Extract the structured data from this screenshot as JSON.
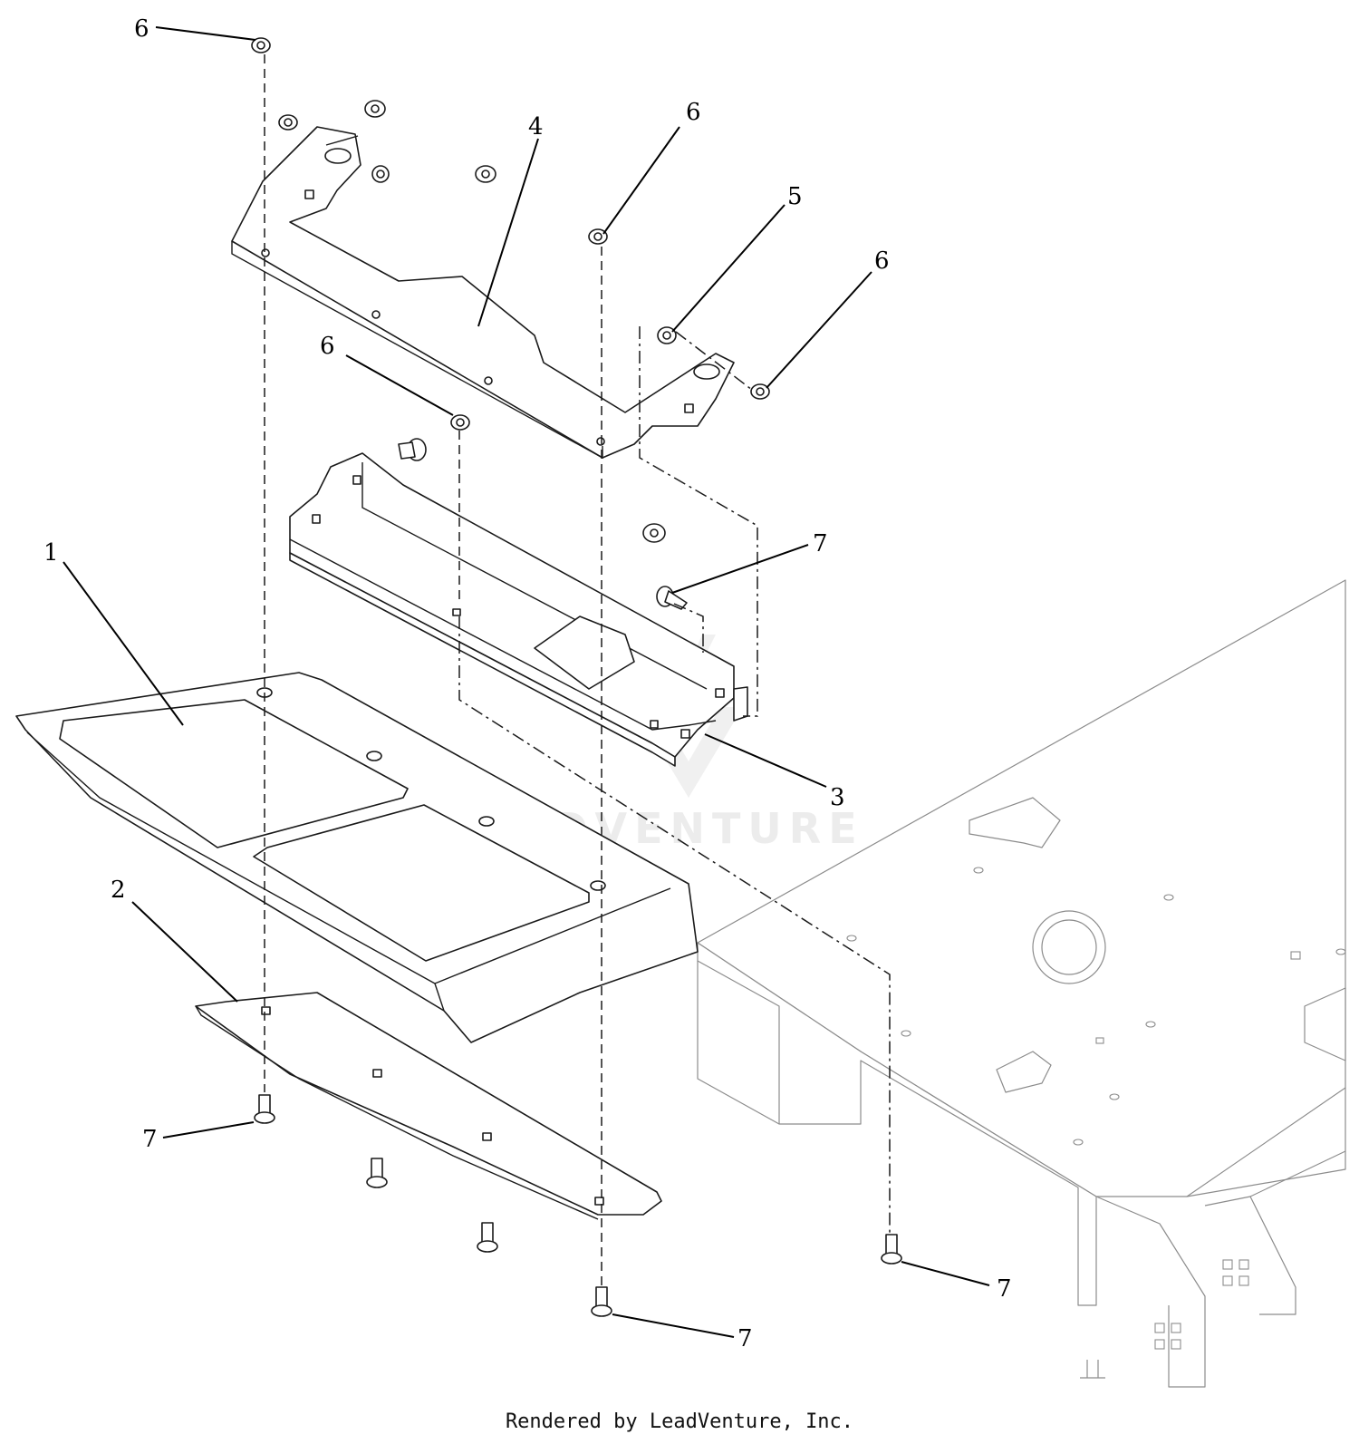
{
  "diagram": {
    "callouts": [
      {
        "id": "c6a",
        "label": "6"
      },
      {
        "id": "c4",
        "label": "4"
      },
      {
        "id": "c6b",
        "label": "6"
      },
      {
        "id": "c5",
        "label": "5"
      },
      {
        "id": "c6c",
        "label": "6"
      },
      {
        "id": "c6d",
        "label": "6"
      },
      {
        "id": "c7a",
        "label": "7"
      },
      {
        "id": "c1",
        "label": "1"
      },
      {
        "id": "c3",
        "label": "3"
      },
      {
        "id": "c2",
        "label": "2"
      },
      {
        "id": "c7b",
        "label": "7"
      },
      {
        "id": "c7c",
        "label": "7"
      },
      {
        "id": "c7d",
        "label": "7"
      }
    ],
    "watermark": "LEADVENTURE",
    "footer": "Rendered by LeadVenture, Inc."
  },
  "colors": {
    "line": "#1a1a1a",
    "ghost": "#8c8c8c",
    "watermark": "#ececec"
  }
}
